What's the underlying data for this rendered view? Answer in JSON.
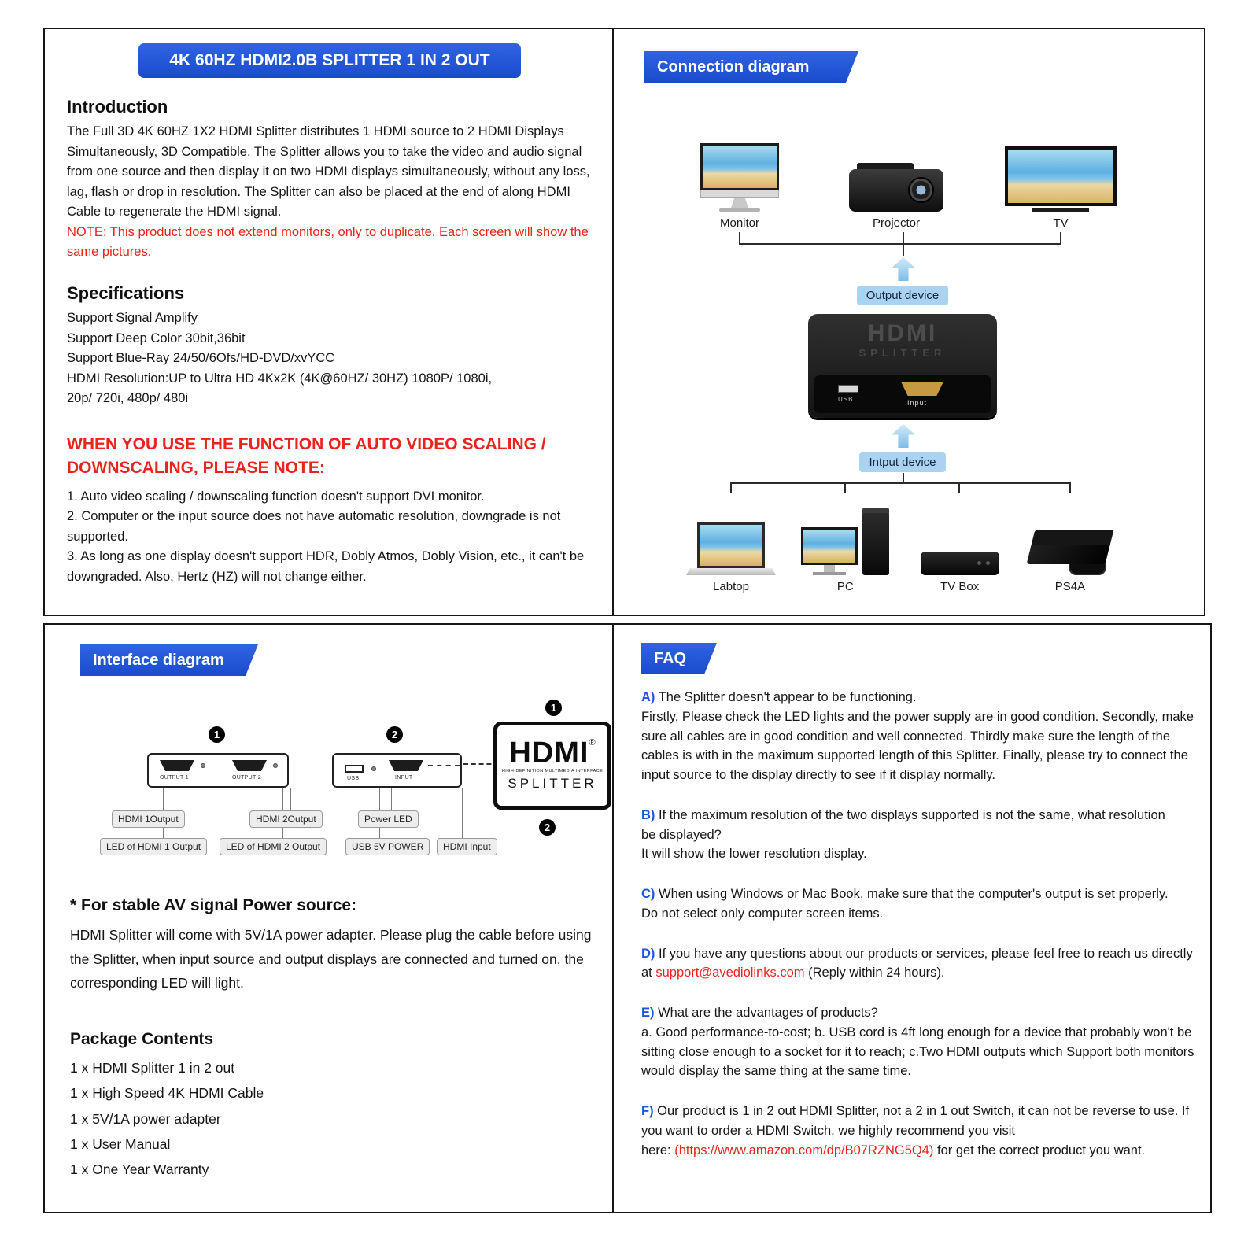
{
  "colors": {
    "banner_blue": "#2456d4",
    "alert_red": "#e8241c",
    "device_pill_blue": "#a9d3f0",
    "faq_label_blue": "#1d55d8"
  },
  "title": {
    "banner": "4K 60HZ HDMI2.0B SPLITTER 1 IN 2 OUT"
  },
  "intro": {
    "heading": "Introduction",
    "body": "The Full 3D 4K 60HZ 1X2 HDMI Splitter distributes 1 HDMI source to 2 HDMI Displays Simultaneously, 3D Compatible. The Splitter allows you to take the video and audio signal from one source and then display it on two HDMI displays simultaneously, without any loss, lag, flash or drop in resolution. The Splitter can also be placed at the end of along HDMI Cable to regenerate the HDMI signal.",
    "note": "NOTE: This product does not extend monitors, only to duplicate. Each screen will show the same pictures."
  },
  "specs": {
    "heading": "Specifications",
    "items": [
      "Support Signal Amplify",
      "Support Deep Color 30bit,36bit",
      "Support Blue-Ray 24/50/6Ofs/HD-DVD/xvYCC",
      "HDMI Resolution:UP to Ultra HD 4Kx2K (4K@60HZ/ 30HZ) 1080P/ 1080i,\n20p/ 720i, 480p/ 480i"
    ]
  },
  "scaling": {
    "heading": "WHEN YOU USE THE FUNCTION OF AUTO VIDEO SCALING /\nDOWNSCALING, PLEASE NOTE:",
    "items": [
      "1. Auto video scaling / downscaling function doesn't support DVI monitor.",
      "2. Computer or the input source does not have automatic resolution, downgrade is not supported.",
      "3. As long as one display doesn't support HDR, Dobly Atmos, Dobly Vision, etc., it can't be downgraded. Also, Hertz (HZ) will not change either."
    ]
  },
  "connection": {
    "banner": "Connection diagram",
    "output_devices": [
      "Monitor",
      "Projector",
      "TV"
    ],
    "output_label": "Output device",
    "input_label": "Intput device",
    "input_devices": [
      "Labtop",
      "PC",
      "TV Box",
      "PS4A"
    ],
    "splitter": {
      "line1": "HDMI",
      "line2": "SPLITTER",
      "usb": "USB",
      "input": "Input"
    }
  },
  "interface": {
    "banner": "Interface diagram",
    "badge1": "1",
    "badge2": "2",
    "panel1": {
      "port1_label": "OUTPUT 1",
      "port2_label": "OUTPUT 2"
    },
    "panel2": {
      "usb_label": "USB",
      "input_label": "INPUT"
    },
    "pills": [
      "HDMI 1Output",
      "HDMI 2Output",
      "Power LED",
      "LED of HDMI 1 Output",
      "LED of HDMI 2 Output",
      "USB 5V POWER",
      "HDMI Input"
    ],
    "logo": {
      "brand": "HDMI",
      "reg": "®",
      "tagline": "HIGH-DEFINITION MULTIMEDIA INTERFACE",
      "model": "SPLITTER"
    },
    "power": {
      "heading": "* For stable AV signal Power source:",
      "body": "HDMI Splitter will come with 5V/1A power adapter. Please plug the cable before using the Splitter, when input source and output displays are connected and turned on, the corresponding LED will light."
    },
    "package": {
      "heading": "Package Contents",
      "items": [
        "1 x HDMI Splitter 1 in 2 out",
        "1 x High Speed 4K HDMI Cable",
        "1 x 5V/1A power adapter",
        "1 x User Manual",
        "1 x One Year Warranty"
      ]
    }
  },
  "faq": {
    "banner": "FAQ",
    "a": {
      "label": "A)",
      "text": " The Splitter doesn't appear to be functioning.\nFirstly, Please check the LED lights and the power supply are in good condition. Secondly, make sure all cables are in good condition and well connected. Thirdly make sure the length of the cables is with in the maximum supported length of this Splitter. Finally, please try to connect the input source to the display directly to see if it display normally."
    },
    "b": {
      "label": "B)",
      "text": " If the maximum resolution of the two displays supported is not the same, what resolution\nbe displayed?\nIt will show the lower resolution display."
    },
    "c": {
      "label": "C)",
      "text": " When using Windows or Mac Book, make sure that the computer's output is set properly.\nDo not select only computer screen items."
    },
    "d": {
      "label": "D)",
      "text1": " If you have any questions about our products or services, please feel free to reach us directly at ",
      "email": "support@avediolinks.com",
      "text2": " (Reply within 24 hours)."
    },
    "e": {
      "label": "E)",
      "text": " What are the advantages of products?\na. Good performance-to-cost; b. USB cord is 4ft long enough for a device that probably won't be sitting close enough to a socket for it to reach; c.Two HDMI outputs which Support both monitors would display the same thing at the same time."
    },
    "f": {
      "label": "F)",
      "text1": " Our product is 1 in 2 out HDMI Splitter, not a 2 in 1 out Switch, it can not be reverse to use. If you want to order a HDMI Switch, we highly recommend you visit\nhere: ",
      "link": "(https://www.amazon.com/dp/B07RZNG5Q4)",
      "text2": " for get the correct product you want."
    }
  }
}
